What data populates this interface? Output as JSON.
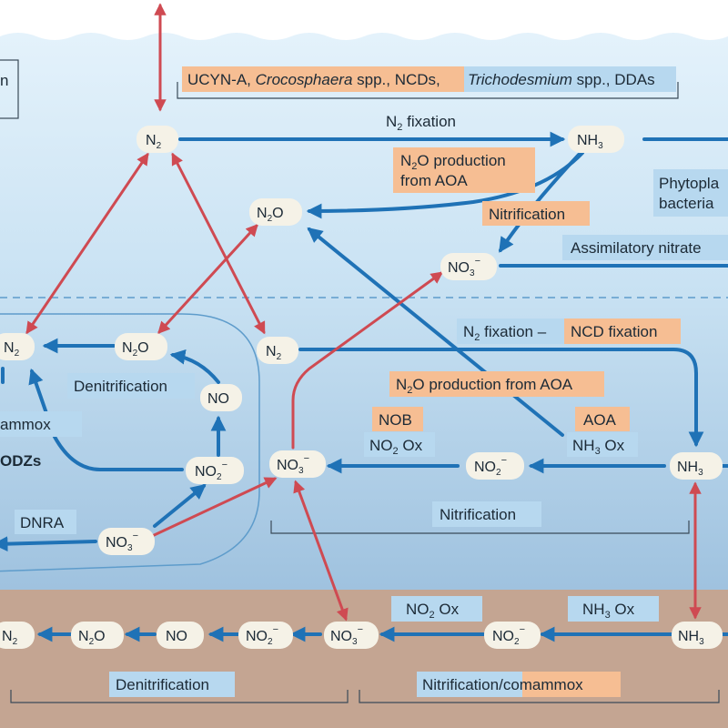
{
  "colors": {
    "water_top": "#dcedf8",
    "water_bottom": "#a9c9e3",
    "sediment": "#c4a592",
    "blue_arrow": "#1f72b6",
    "red_arrow": "#cf4a52",
    "blue_box": "#b7d8ef",
    "orange_box": "#f6be93",
    "node_fill": "#f5f2e7"
  },
  "surface": {
    "organisms_1": "UCYN-A, ",
    "organisms_2": "Crocosphaera",
    "organisms_3": " spp., NCDs,",
    "organisms_4": "Trichodesmium",
    "organisms_5": " spp., DDAs",
    "n2_fixation_1": "N",
    "n2_fixation_sub": "2",
    "n2_fixation_2": " fixation",
    "n2o_aoa_line1": "N",
    "n2o_aoa_line1_sub": "2",
    "n2o_aoa_line1_rest": "O production",
    "n2o_aoa_line2": "from AOA",
    "nitrification": "Nitrification",
    "phyto_line1": "Phytopla",
    "phyto_line2": "bacteria",
    "assimilatory": "Assimilatory nitrate",
    "left_partial": "n"
  },
  "mid": {
    "n2_fix_label_1": "N",
    "n2_fix_label_sub": "2",
    "n2_fix_label_2": " fixation –",
    "ncd_fixation": "NCD fixation",
    "n2o_aoa_1": "N",
    "n2o_aoa_sub": "2",
    "n2o_aoa_2": "O production from AOA",
    "nob": "NOB",
    "aoa": "AOA",
    "no2ox_1": "NO",
    "no2ox_sub": "2",
    "no2ox_2": " Ox",
    "nh3ox_1": "NH",
    "nh3ox_sub": "3",
    "nh3ox_2": " Ox",
    "nitrification": "Nitrification",
    "denitrification": "Denitrification",
    "anammox": "ammox",
    "odzs": "ODZs",
    "dnra": "DNRA"
  },
  "sediment": {
    "no2ox_1": "NO",
    "no2ox_sub": "2",
    "no2ox_2": " Ox",
    "nh3ox_1": "NH",
    "nh3ox_sub": "3",
    "nh3ox_2": " Ox",
    "denitrification": "Denitrification",
    "nitrification": "Nitrification/",
    "comammox": "comammox"
  },
  "nodes": {
    "n": "N",
    "sub2": "2",
    "sub3": "3",
    "o": "O",
    "no": "NO",
    "nh": "NH",
    "minus": "−"
  }
}
